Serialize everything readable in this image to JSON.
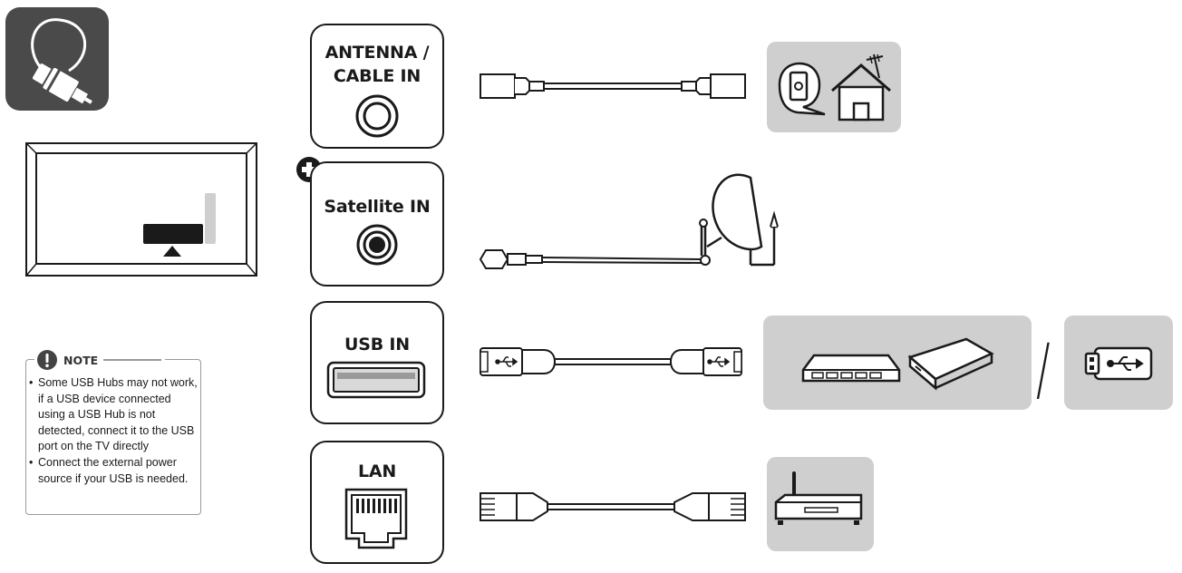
{
  "ports": [
    {
      "id": "antenna",
      "label_line1": "ANTENNA /",
      "label_line2": "CABLE IN"
    },
    {
      "id": "satellite",
      "label": "Satellite IN"
    },
    {
      "id": "usb",
      "label": "USB IN"
    },
    {
      "id": "lan",
      "label": "LAN"
    }
  ],
  "note": {
    "title": "NOTE",
    "items": [
      "Some USB Hubs may not work, if a USB device connected using a USB Hub is not detected, connect it to the USB port on the TV directly",
      "Connect the external power source if your USB is needed."
    ]
  },
  "separator": "/",
  "colors": {
    "device_bg": "#cfcfcf",
    "tile_bg": "#4a4a4a",
    "line": "#1a1a1a"
  },
  "icons": [
    "cable-plug-icon",
    "tv-back-icon",
    "plus-icon",
    "coax-port-icon",
    "satellite-port-icon",
    "usb-port-icon",
    "lan-port-icon",
    "coax-cable-icon",
    "satellite-dish-cable-icon",
    "usb-cable-icon",
    "lan-cable-icon",
    "wall-outlet-antenna-house-icon",
    "usb-hub-icon",
    "external-hdd-icon",
    "usb-stick-icon",
    "router-icon",
    "warning-icon"
  ]
}
